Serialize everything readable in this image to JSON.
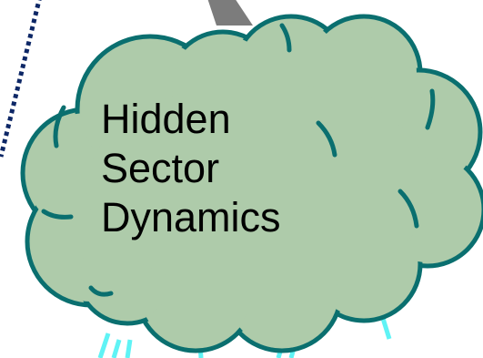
{
  "cloud": {
    "label_lines": [
      "Hidden",
      "Sector",
      "Dynamics"
    ]
  },
  "colors": {
    "cloud_fill": "#aecbaa",
    "cloud_stroke": "#0a6f6f",
    "dotted_line": "#0d2766",
    "arrow": "#7c7c7c",
    "emission_lines": "#5ff3f5"
  },
  "icons": [
    "gray-arrow-icon",
    "dotted-line",
    "cloud-shape",
    "emission-lines"
  ]
}
